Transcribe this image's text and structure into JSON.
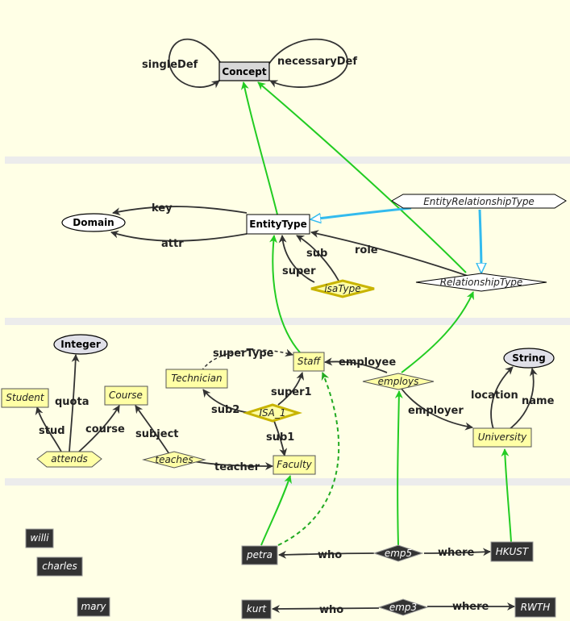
{
  "nodes": {
    "concept": "Concept",
    "domain": "Domain",
    "entity_type": "EntityType",
    "entity_relationship_type": "EntityRelationshipType",
    "relationship_type": "RelationshipType",
    "isa_type": "isaType",
    "integer": "Integer",
    "student": "Student",
    "course": "Course",
    "attends": "attends",
    "teaches": "teaches",
    "technician": "Technician",
    "staff": "Staff",
    "isa_1": "ISA_1",
    "faculty": "Faculty",
    "employs": "employs",
    "string": "String",
    "university": "University",
    "willi": "willi",
    "charles": "charles",
    "mary": "mary",
    "petra": "petra",
    "kurt": "kurt",
    "emp5": "emp5",
    "emp3": "emp3",
    "hkust": "HKUST",
    "rwth": "RWTH"
  },
  "edges": {
    "single_def": "singleDef",
    "necessary_def": "necessaryDef",
    "key": "key",
    "attr": "attr",
    "sub": "sub",
    "super": "super",
    "role": "role",
    "super_type": "superType",
    "employee": "employee",
    "super1": "super1",
    "sub2": "sub2",
    "sub1": "sub1",
    "quota": "quota",
    "stud": "stud",
    "course": "course",
    "subject": "subject",
    "teacher": "teacher",
    "employer": "employer",
    "location": "location",
    "name": "name",
    "who_petra": "who",
    "where_hkust": "where",
    "who_kurt": "who",
    "where_rwth": "where"
  },
  "colors": {
    "background": "#ffffe6",
    "instance_of": "#22cc22",
    "specialization": "#33bbee",
    "attribute": "#333333",
    "instance_node": "#333333",
    "class_node": "#ffffa6"
  }
}
